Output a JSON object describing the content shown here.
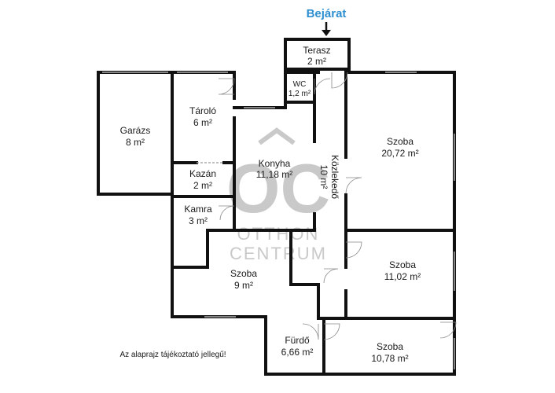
{
  "entrance": {
    "label": "Bejárat",
    "color": "#2e8fd0"
  },
  "rooms": [
    {
      "id": "terasz",
      "name": "Terasz",
      "area": "2 m²"
    },
    {
      "id": "wc",
      "name": "WC",
      "area": "1,2 m²"
    },
    {
      "id": "garazs",
      "name": "Garázs",
      "area": "8 m²"
    },
    {
      "id": "tarolo",
      "name": "Tároló",
      "area": "6 m²"
    },
    {
      "id": "konyha",
      "name": "Konyha",
      "area": "11,18 m²"
    },
    {
      "id": "kazan",
      "name": "Kazán",
      "area": "2 m²"
    },
    {
      "id": "kamra",
      "name": "Kamra",
      "area": "3 m²"
    },
    {
      "id": "kozlekedo",
      "name": "Közlekedő",
      "area": "10 m²"
    },
    {
      "id": "szoba1",
      "name": "Szoba",
      "area": "20,72 m²"
    },
    {
      "id": "szoba2",
      "name": "Szoba",
      "area": "11,02 m²"
    },
    {
      "id": "szoba3",
      "name": "Szoba",
      "area": "9 m²"
    },
    {
      "id": "furdo",
      "name": "Fürdő",
      "area": "6,66 m²"
    },
    {
      "id": "szoba4",
      "name": "Szoba",
      "area": "10,78 m²"
    }
  ],
  "watermark": {
    "monogram": "OC",
    "line1": "OTTHON",
    "line2": "CENTRUM"
  },
  "disclaimer": "Az alaprajz tájékoztató jellegű!"
}
